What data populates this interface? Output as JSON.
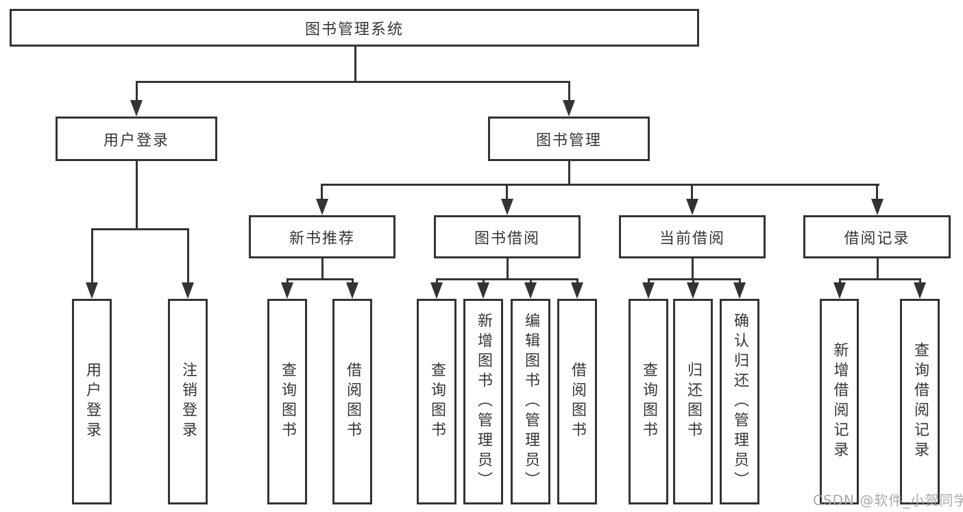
{
  "diagram": {
    "root": {
      "label": "图书管理系统"
    },
    "branches": [
      {
        "label": "用户登录",
        "children": [
          {
            "label": "用户登录"
          },
          {
            "label": "注销登录"
          }
        ]
      },
      {
        "label": "图书管理",
        "sections": [
          {
            "label": "新书推荐",
            "children": [
              {
                "label": "查询图书"
              },
              {
                "label": "借阅图书"
              }
            ]
          },
          {
            "label": "图书借阅",
            "children": [
              {
                "label": "查询图书"
              },
              {
                "label": "新增图书（管理员）"
              },
              {
                "label": "编辑图书（管理员）"
              },
              {
                "label": "借阅图书"
              }
            ]
          },
          {
            "label": "当前借阅",
            "children": [
              {
                "label": "查询图书"
              },
              {
                "label": "归还图书"
              },
              {
                "label": "确认归还（管理员）"
              }
            ]
          },
          {
            "label": "借阅记录",
            "children": [
              {
                "label": "新增借阅记录"
              },
              {
                "label": "查询借阅记录"
              }
            ]
          }
        ]
      }
    ],
    "watermark": "CSDN @软件_小贺同学",
    "colors": {
      "line": "#333333",
      "text": "#363636",
      "watermark": "#a9a9a9",
      "background": "#ffffff"
    }
  }
}
